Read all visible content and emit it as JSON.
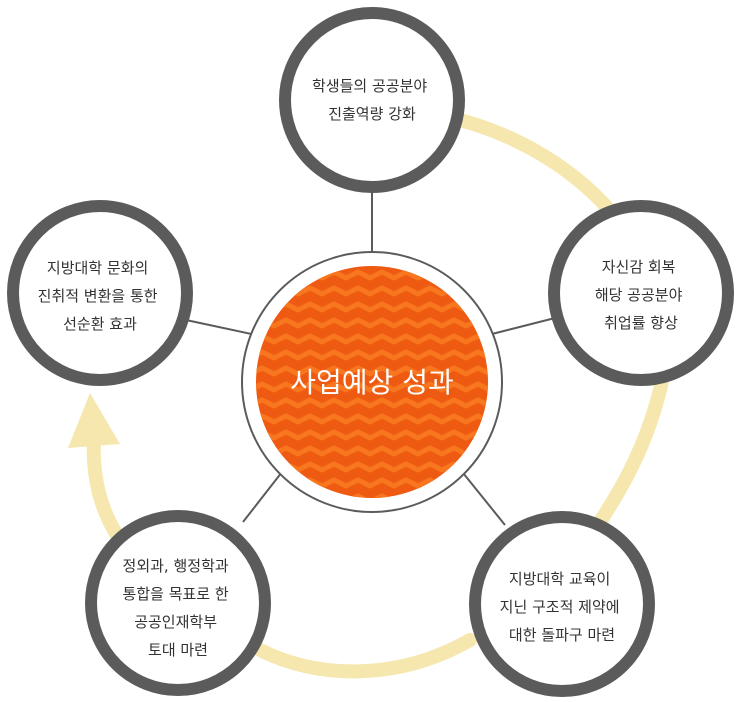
{
  "center": {
    "title": "사업예상 성과"
  },
  "nodes": [
    {
      "lines": [
        "학생들의 공공분야",
        "진출역량 강화"
      ]
    },
    {
      "lines": [
        "자신감 회복",
        "해당 공공분야",
        "취업률 향상"
      ]
    },
    {
      "lines": [
        "지방대학 교육이",
        "지닌 구조적 제약에",
        "대한 돌파구 마련"
      ]
    },
    {
      "lines": [
        "정외과, 행정학과",
        "통합을 목표로 한",
        "공공인재학부",
        "토대 마련"
      ]
    },
    {
      "lines": [
        "지방대학 문화의",
        "진취적 변환을 통한",
        "선순환 효과"
      ]
    }
  ],
  "colors": {
    "ring": "#5b5b5b",
    "connector": "#5b5b5b",
    "cycle_arrow": "#f5e7ae",
    "center_fill": "#ee5a11",
    "center_wave": "#f7761e",
    "center_text": "#ffffff",
    "node_text": "#333333"
  }
}
